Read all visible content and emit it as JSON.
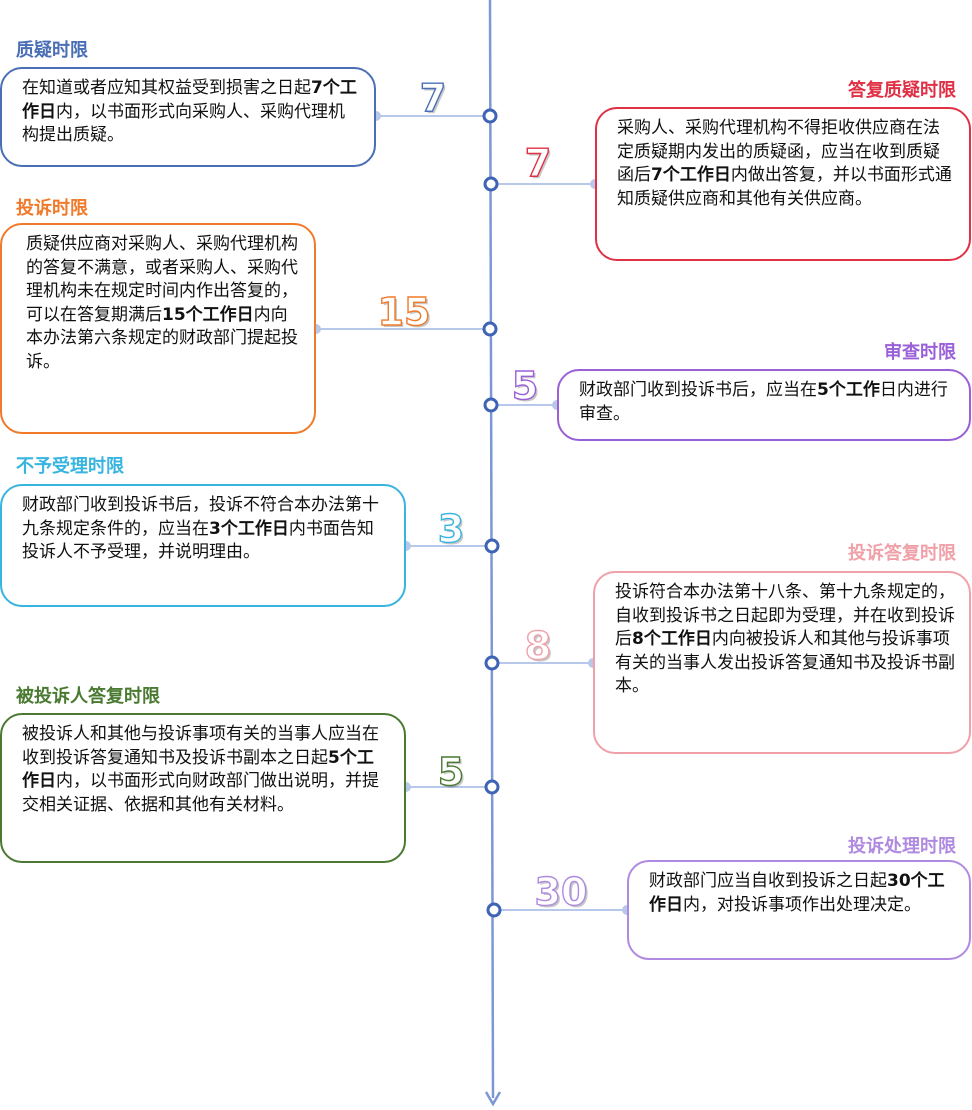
{
  "stages": [
    {
      "id": "query",
      "title": "质疑时限",
      "number": "7",
      "side": "left",
      "color": "#4a6fb5",
      "text_parts": [
        "在知道或者应知其权益受到损害之日起",
        "7个工作日",
        "内，以书面形式向采购人、采购代理机构提出质疑。"
      ]
    },
    {
      "id": "reply",
      "title": "答复质疑时限",
      "number": "7",
      "side": "right",
      "color": "#e03045",
      "text_parts": [
        "采购人、采购代理机构不得拒收供应商在法定质疑期内发出的质疑函，应当在收到质疑函后",
        "7个工作日",
        "内做出答复，并以书面形式通知质疑供应商和其他有关供应商。"
      ]
    },
    {
      "id": "complaint",
      "title": "投诉时限",
      "number": "15",
      "side": "left",
      "color": "#f07a2a",
      "text_parts": [
        "质疑供应商对采购人、采购代理机构的答复不满意，或者采购人、采购代理机构未在规定时间内作出答复的，可以在答复期满后",
        "15个工作日",
        "内向本办法第六条规定的财政部门提起投诉。"
      ]
    },
    {
      "id": "review",
      "title": "审查时限",
      "number": "5",
      "side": "right",
      "color": "#9a60d8",
      "text_parts": [
        "财政部门收到投诉书后，应当在",
        "5个工作",
        "日内进行审查。"
      ]
    },
    {
      "id": "reject",
      "title": "不予受理时限",
      "number": "3",
      "side": "left",
      "color": "#38b4e0",
      "text_parts": [
        "财政部门收到投诉书后，投诉不符合本办法第十九条规定条件的，应当在",
        "3个工作日",
        "内书面告知投诉人不予受理，并说明理由。"
      ]
    },
    {
      "id": "complaint-reply",
      "title": "投诉答复时限",
      "number": "8",
      "side": "right",
      "color": "#f0a0a8",
      "text_parts": [
        "投诉符合本办法第十八条、第十九条规定的，自收到投诉书之日起即为受理，并在收到投诉后",
        "8个工作日",
        "内向被投诉人和其他与投诉事项有关的当事人发出投诉答复通知书及投诉书副本。"
      ]
    },
    {
      "id": "respondent",
      "title": "被投诉人答复时限",
      "number": "5",
      "side": "left",
      "color": "#4a7a32",
      "text_parts": [
        "被投诉人和其他与投诉事项有关的当事人应当在收到投诉答复通知书及投诉书副本之日起",
        "5个工作日",
        "内，以书面形式向财政部门做出说明，并提交相关证据、依据和其他有关材料。"
      ]
    },
    {
      "id": "handling",
      "title": "投诉处理时限",
      "number": "30",
      "side": "right",
      "color": "#b08ae0",
      "text_parts": [
        "财政部门应当自收到投诉之日起",
        "30个工作日",
        "内，对投诉事项作出处理决定。"
      ]
    }
  ],
  "colors": {
    "axis": "#7b97d6",
    "connector": "#b8c8ea",
    "node_stroke": "#3f63b5"
  }
}
